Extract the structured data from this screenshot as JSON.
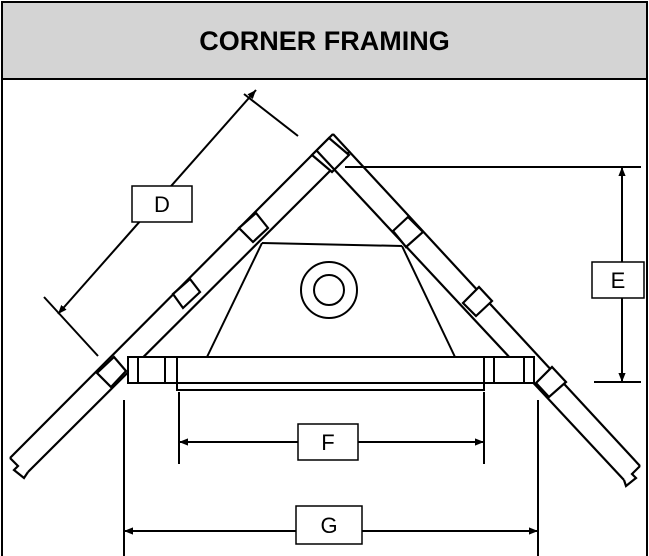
{
  "header": {
    "title": "CORNER FRAMING"
  },
  "dimensions": {
    "D": "D",
    "E": "E",
    "F": "F",
    "G": "G"
  },
  "colors": {
    "header_bg": "#d4d4d4",
    "line": "#000000",
    "background": "#ffffff"
  }
}
